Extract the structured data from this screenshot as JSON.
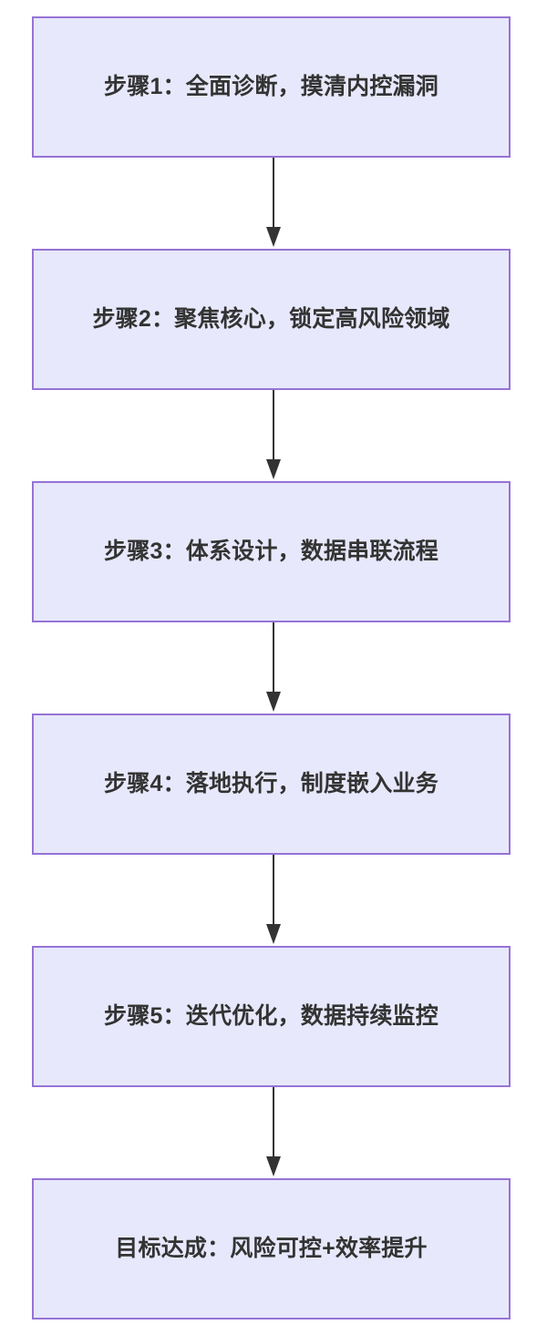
{
  "diagram": {
    "type": "flowchart",
    "direction": "top-to-bottom",
    "background_color": "#ffffff",
    "node_fill_color": "#e7e8fb",
    "node_border_color": "#9673d6",
    "node_text_color": "#333333",
    "edge_color": "#333333",
    "nodes": [
      {
        "id": "step1",
        "label": "步骤1：全面诊断，摸清内控漏洞"
      },
      {
        "id": "step2",
        "label": "步骤2：聚焦核心，锁定高风险领域"
      },
      {
        "id": "step3",
        "label": "步骤3：体系设计，数据串联流程"
      },
      {
        "id": "step4",
        "label": "步骤4：落地执行，制度嵌入业务"
      },
      {
        "id": "step5",
        "label": "步骤5：迭代优化，数据持续监控"
      },
      {
        "id": "goal",
        "label": "目标达成：风险可控+效率提升"
      }
    ],
    "edges": [
      {
        "from": "step1",
        "to": "step2",
        "label": ""
      },
      {
        "from": "step2",
        "to": "step3",
        "label": ""
      },
      {
        "from": "step3",
        "to": "step4",
        "label": ""
      },
      {
        "from": "step4",
        "to": "step5",
        "label": ""
      },
      {
        "from": "step5",
        "to": "goal",
        "label": ""
      }
    ]
  }
}
